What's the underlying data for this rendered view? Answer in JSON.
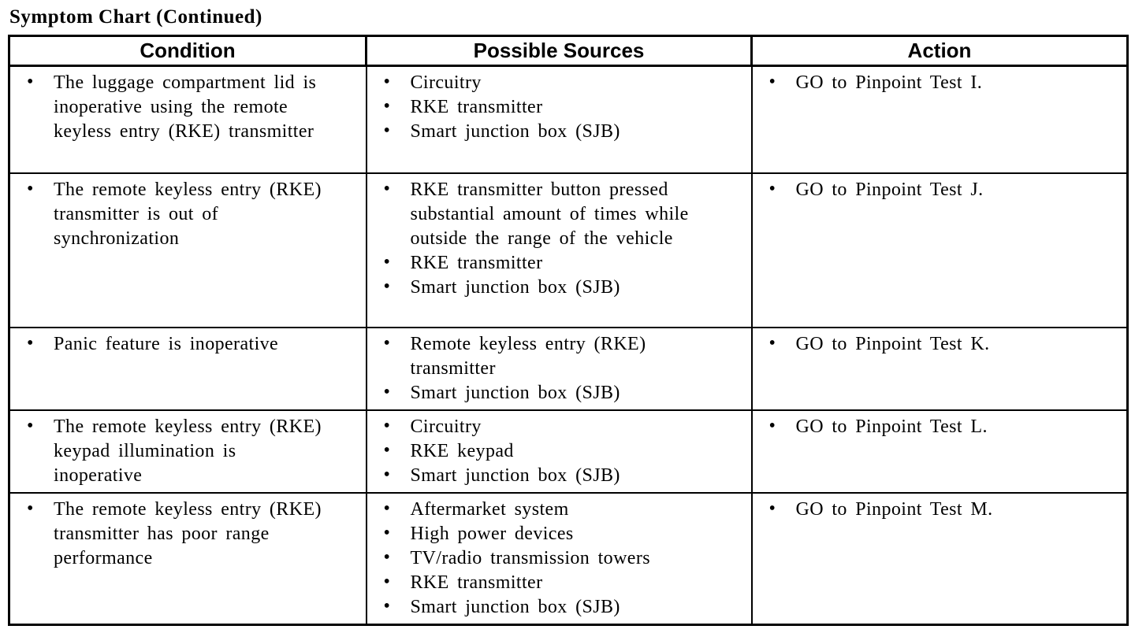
{
  "page": {
    "title": "Symptom Chart (Continued)"
  },
  "table": {
    "headers": [
      "Condition",
      "Possible Sources",
      "Action"
    ],
    "rows": [
      {
        "condition": [
          "The luggage compartment lid is inoperative using the remote keyless entry (RKE) transmitter"
        ],
        "sources": [
          "Circuitry",
          "RKE transmitter",
          "Smart junction box (SJB)"
        ],
        "action": [
          "GO to Pinpoint Test I."
        ]
      },
      {
        "condition": [
          "The remote keyless entry (RKE) transmitter is out of synchronization"
        ],
        "sources": [
          "RKE transmitter button pressed substantial amount of times while outside the range of the vehicle",
          "RKE transmitter",
          "Smart junction box (SJB)"
        ],
        "action": [
          "GO to Pinpoint Test J."
        ]
      },
      {
        "condition": [
          "Panic feature is inoperative"
        ],
        "sources": [
          "Remote keyless entry (RKE) transmitter",
          "Smart junction box (SJB)"
        ],
        "action": [
          "GO to Pinpoint Test K."
        ]
      },
      {
        "condition": [
          "The remote keyless entry (RKE) keypad illumination is inoperative"
        ],
        "sources": [
          "Circuitry",
          "RKE keypad",
          "Smart junction box (SJB)"
        ],
        "action": [
          "GO to Pinpoint Test L."
        ]
      },
      {
        "condition": [
          "The remote keyless entry (RKE) transmitter has poor range performance"
        ],
        "sources": [
          "Aftermarket system",
          "High power devices",
          "TV/radio transmission towers",
          "RKE transmitter",
          "Smart junction box (SJB)"
        ],
        "action": [
          "GO to Pinpoint Test M."
        ]
      }
    ]
  }
}
